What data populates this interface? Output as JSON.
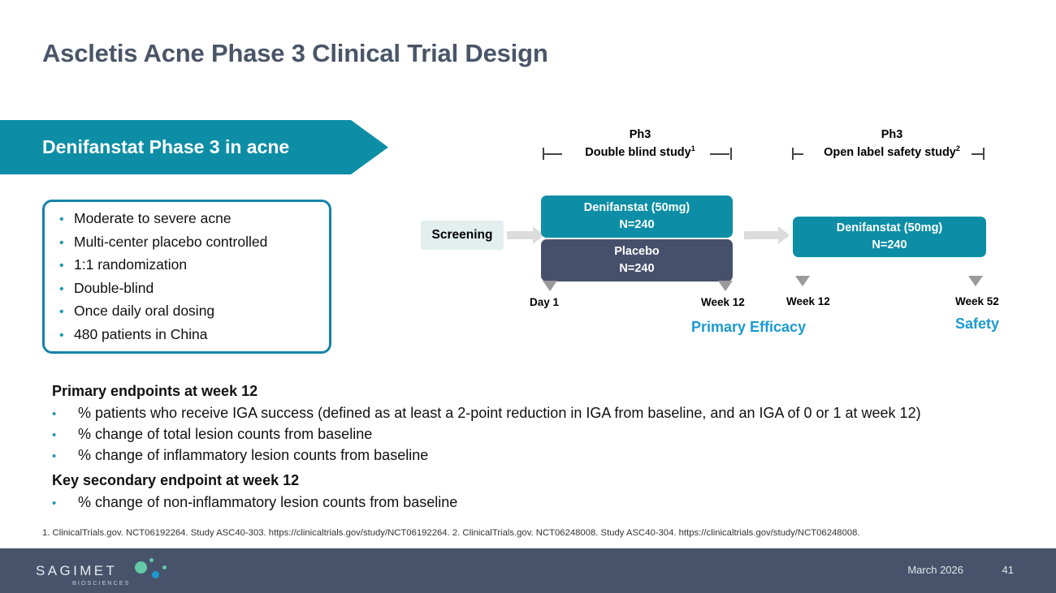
{
  "slide": {
    "title": "Ascletis Acne Phase 3 Clinical Trial Design"
  },
  "banner": {
    "label": "Denifanstat Phase 3 in acne",
    "color": "#0d8ea6"
  },
  "feature_box": {
    "border_color": "#1583a8",
    "bullet_char": "•",
    "items": [
      "Moderate to severe acne",
      "Multi-center placebo controlled",
      "1:1 randomization",
      "Double-blind",
      "Once daily oral dosing",
      "480 patients in China"
    ]
  },
  "diagram": {
    "phase_headers": [
      {
        "line1": "Ph3",
        "line2": "Double blind study",
        "footnote_marker": "1"
      },
      {
        "line1": "Ph3",
        "line2": "Open label safety study",
        "footnote_marker": "2"
      }
    ],
    "screening": {
      "label": "Screening",
      "color": "#e3eeee"
    },
    "arms": [
      {
        "name": "Denifanstat (50mg)",
        "n": "N=240",
        "color": "#0d8ea6"
      },
      {
        "name": "Placebo",
        "n": "N=240",
        "color": "#47506b"
      }
    ],
    "open_label_arm": {
      "name": "Denifanstat (50mg)",
      "n": "N=240",
      "color": "#0d8ea6"
    },
    "timepoints": [
      {
        "label": "Day 1",
        "sub": ""
      },
      {
        "label": "Week 12",
        "sub": "Primary Efficacy"
      },
      {
        "label": "Week 12",
        "sub": ""
      },
      {
        "label": "Week 52",
        "sub": "Safety"
      }
    ],
    "accent_color": "#1b9bd1"
  },
  "endpoints": {
    "primary_heading": "Primary endpoints at week 12",
    "primary_items": [
      "% patients who receive IGA success (defined as at least a 2-point reduction in IGA from baseline, and an IGA of 0 or 1 at week 12)",
      "% change of total lesion counts from baseline",
      "% change of inflammatory lesion counts from baseline"
    ],
    "secondary_heading": "Key secondary endpoint at week 12",
    "secondary_items": [
      "% change of non-inflammatory lesion counts from baseline"
    ],
    "bullet_char": "•"
  },
  "footnote": "1. ClinicalTrials.gov. NCT06192264. Study ASC40-303. https://clinicaltrials.gov/study/NCT06192264. 2. ClinicalTrials.gov. NCT06248008. Study ASC40-304. https://clinicaltrials.gov/study/NCT06248008.",
  "footer": {
    "logo_name": "SAGIMET",
    "logo_tagline": "BIOSCIENCES",
    "date": "March 2026",
    "page_number": "41",
    "background": "#46536b"
  }
}
